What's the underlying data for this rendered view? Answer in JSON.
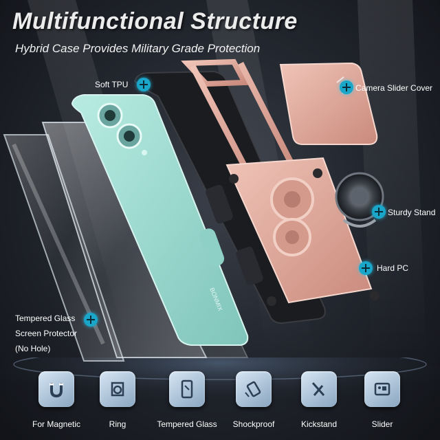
{
  "header": {
    "title": "Multifunctional Structure",
    "subtitle": "Hybrid Case Provides Military Grade Protection"
  },
  "callouts": {
    "soft_tpu": "Soft TPU",
    "camera_slider_cover": "Camera Slider Cover",
    "sturdy_stand": "Sturdy Stand",
    "hard_pc": "Hard PC",
    "tempered_glass_lines": [
      "Tempered Glass",
      "Screen Protector",
      "(No Hole)"
    ]
  },
  "phone_text": "BONMIX",
  "features": [
    {
      "label": "For Magnetic",
      "icon": "magnet-icon"
    },
    {
      "label": "Ring",
      "icon": "ring-icon"
    },
    {
      "label": "Tempered Glass",
      "icon": "tempered-glass-icon"
    },
    {
      "label": "Shockproof",
      "icon": "shockproof-icon"
    },
    {
      "label": "Kickstand",
      "icon": "kickstand-icon"
    },
    {
      "label": "Slider",
      "icon": "slider-icon"
    }
  ],
  "colors": {
    "accent": "#1aa6c9",
    "phone_mint": "#9fd8cf",
    "case_rose_gold": "#e3a99a",
    "tpu_black": "#1b1c20"
  }
}
